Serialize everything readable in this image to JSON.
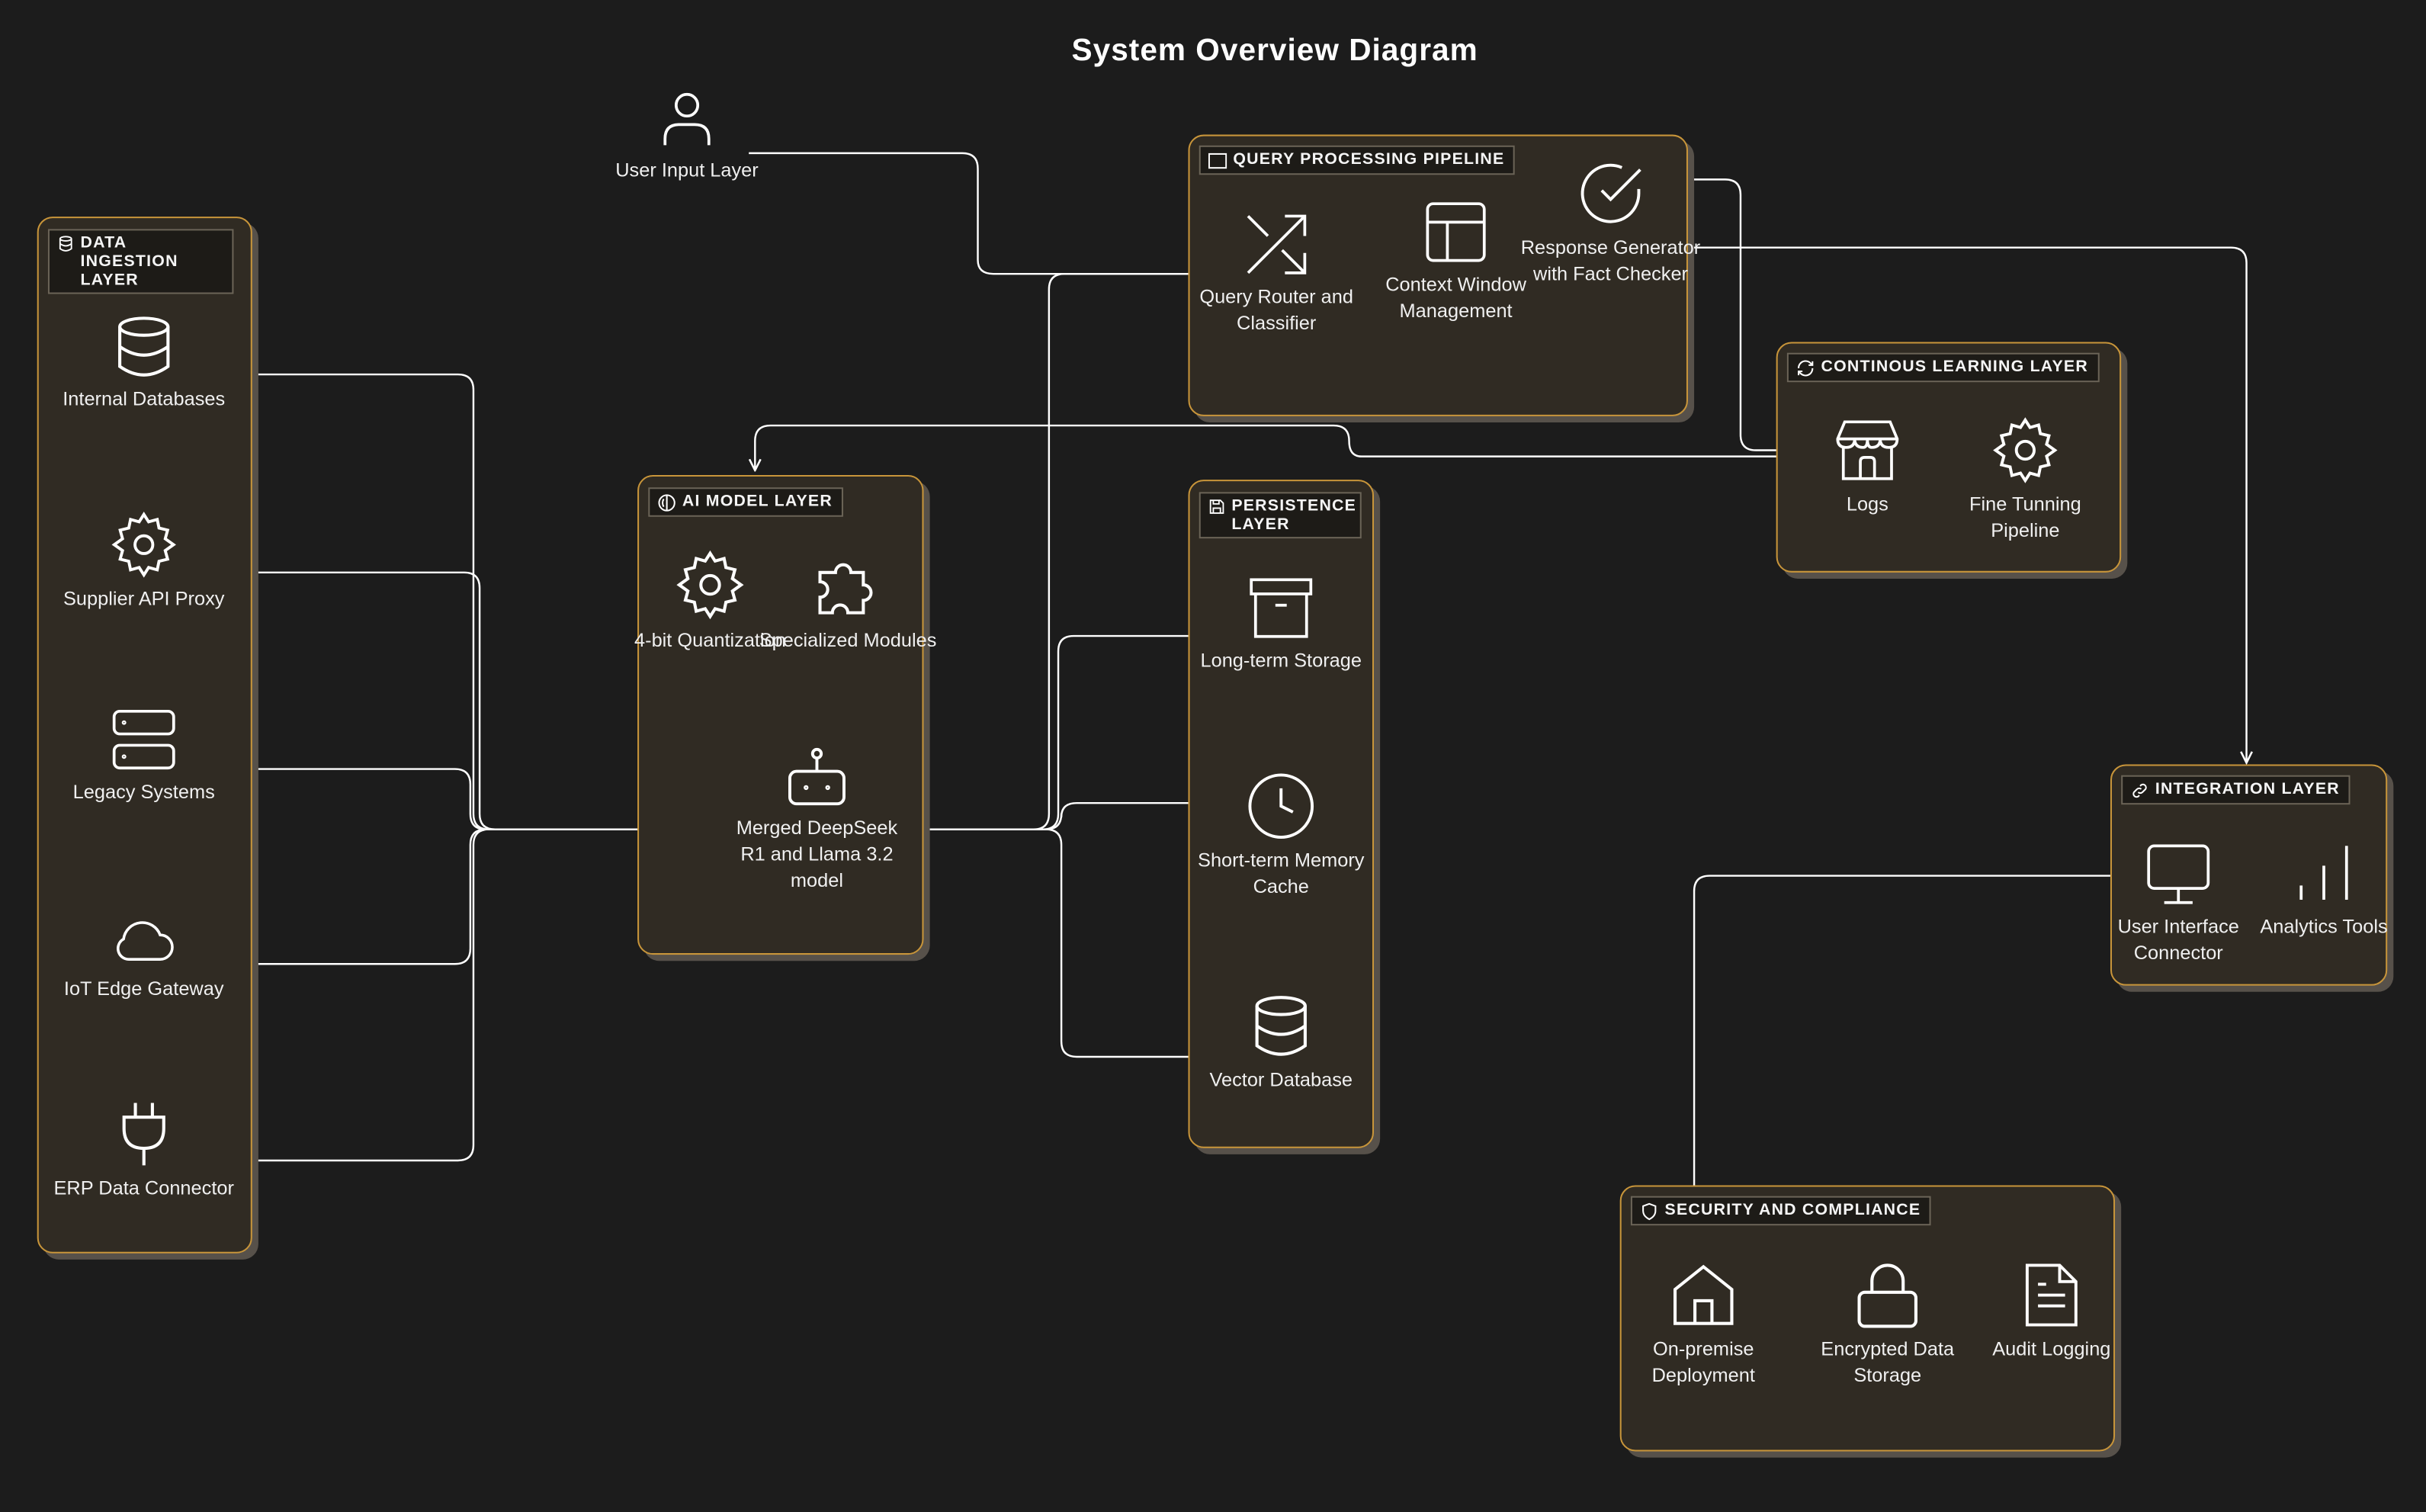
{
  "title": "System Overview Diagram",
  "user_input": "User Input Layer",
  "layers": {
    "ingestion": {
      "tag": "DATA INGESTION LAYER",
      "items": [
        "Internal Databases",
        "Supplier API Proxy",
        "Legacy Systems",
        "IoT Edge Gateway",
        "ERP Data Connector"
      ]
    },
    "ai_model": {
      "tag": "AI MODEL LAYER",
      "items": [
        "4-bit Quantization",
        "Specialized Modules",
        "Merged DeepSeek R1 and Llama 3.2 model"
      ]
    },
    "query": {
      "tag": "QUERY PROCESSING PIPELINE",
      "items": [
        "Query Router and Classifier",
        "Context Window Management",
        "Response Generator with Fact Checker"
      ]
    },
    "persistence": {
      "tag": "PERSISTENCE LAYER",
      "items": [
        "Long-term Storage",
        "Short-term Memory Cache",
        "Vector Database"
      ]
    },
    "learning": {
      "tag": "CONTINOUS LEARNING LAYER",
      "items": [
        "Logs",
        "Fine Tunning Pipeline"
      ]
    },
    "integration": {
      "tag": "INTEGRATION LAYER",
      "items": [
        "User Interface Connector",
        "Analytics Tools"
      ]
    },
    "security": {
      "tag": "SECURITY AND COMPLIANCE",
      "items": [
        "On-premise Deployment",
        "Encrypted Data Storage",
        "Audit Logging"
      ]
    }
  },
  "colors": {
    "background": "#1c1c1c",
    "panel": "#302b23",
    "border": "#c8953a",
    "line": "#ffffff"
  },
  "icons": [
    "user-icon",
    "database-icon",
    "gear-icon",
    "server-icon",
    "cloud-icon",
    "plug-icon",
    "shuffle-icon",
    "layout-icon",
    "check-circle-icon",
    "puzzle-icon",
    "bot-icon",
    "archive-icon",
    "clock-icon",
    "store-icon",
    "monitor-icon",
    "bar-chart-icon",
    "home-icon",
    "lock-icon",
    "file-text-icon",
    "link-icon",
    "shield-icon",
    "refresh-icon",
    "save-icon",
    "brain-icon",
    "terminal-icon"
  ]
}
